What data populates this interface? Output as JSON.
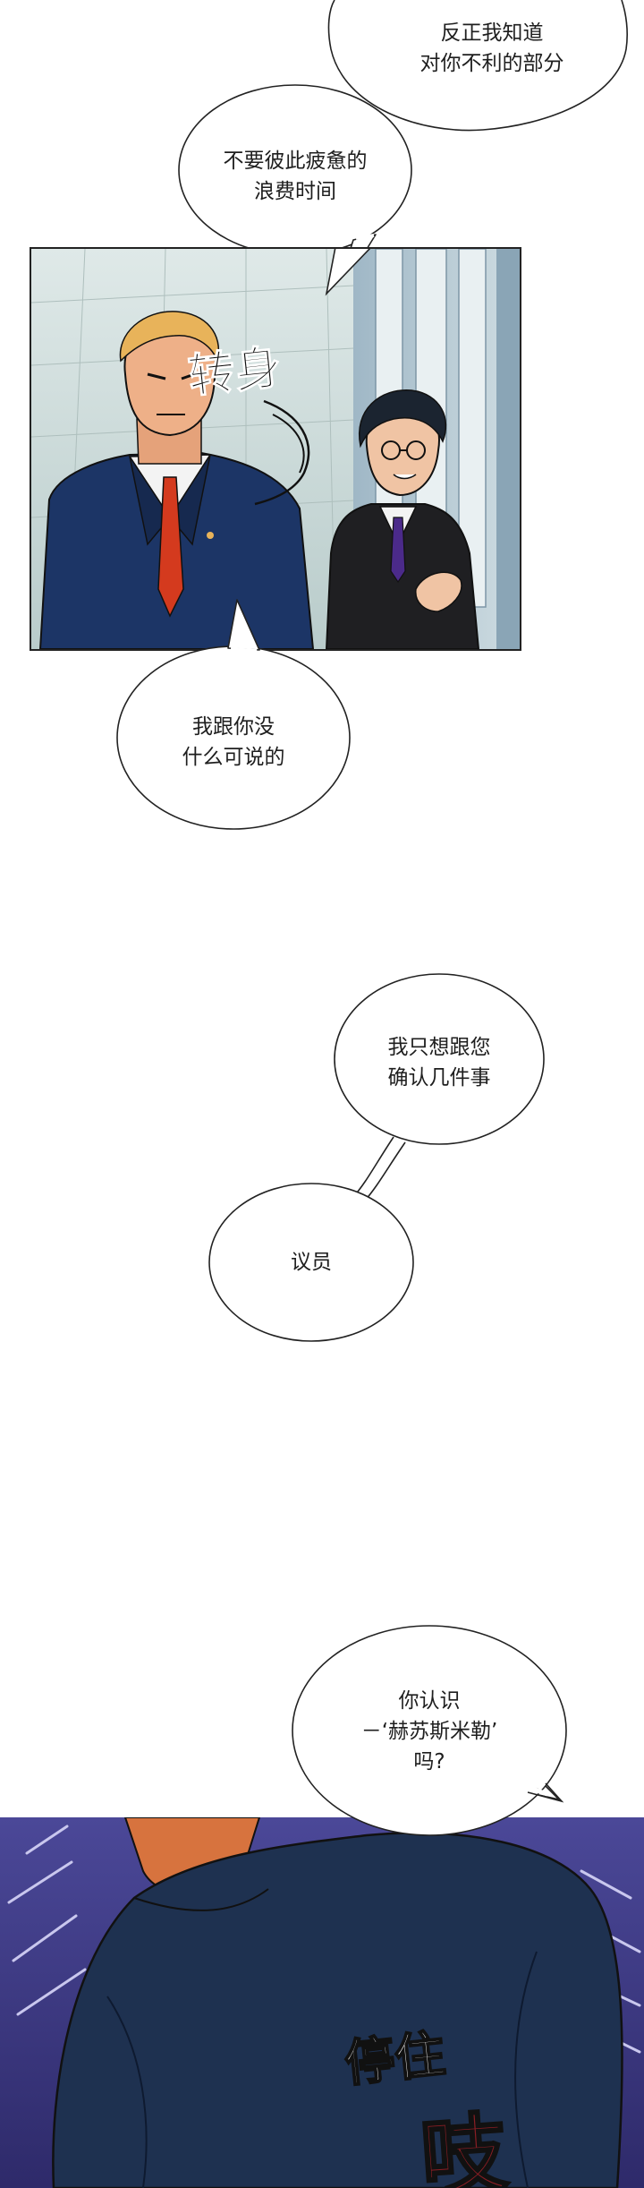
{
  "bubbles": {
    "b1": {
      "line1": "反正我知道",
      "line2": "对你不利的部分"
    },
    "b2": {
      "line1": "不要彼此疲惫的",
      "line2": "浪费时间"
    },
    "b3": {
      "line1": "我跟你没",
      "line2": "什么可说的"
    },
    "b4": {
      "line1": "我只想跟您",
      "line2": "确认几件事"
    },
    "b5": {
      "line1": "议员"
    },
    "b6": {
      "line1": "你认识",
      "line2": "－‘赫苏斯米勒’",
      "line3": "吗?"
    }
  },
  "sfx": {
    "turn": "转身",
    "stop": "停住",
    "stop2": "吱"
  },
  "colors": {
    "panel1_floor": "#c9d8d6",
    "suit_navy": "#1c3566",
    "suit_black": "#1f1f22",
    "tie_red": "#d43a1e",
    "panel2_bg": "#3f3a8c",
    "panel2_coat": "#1e3150"
  }
}
